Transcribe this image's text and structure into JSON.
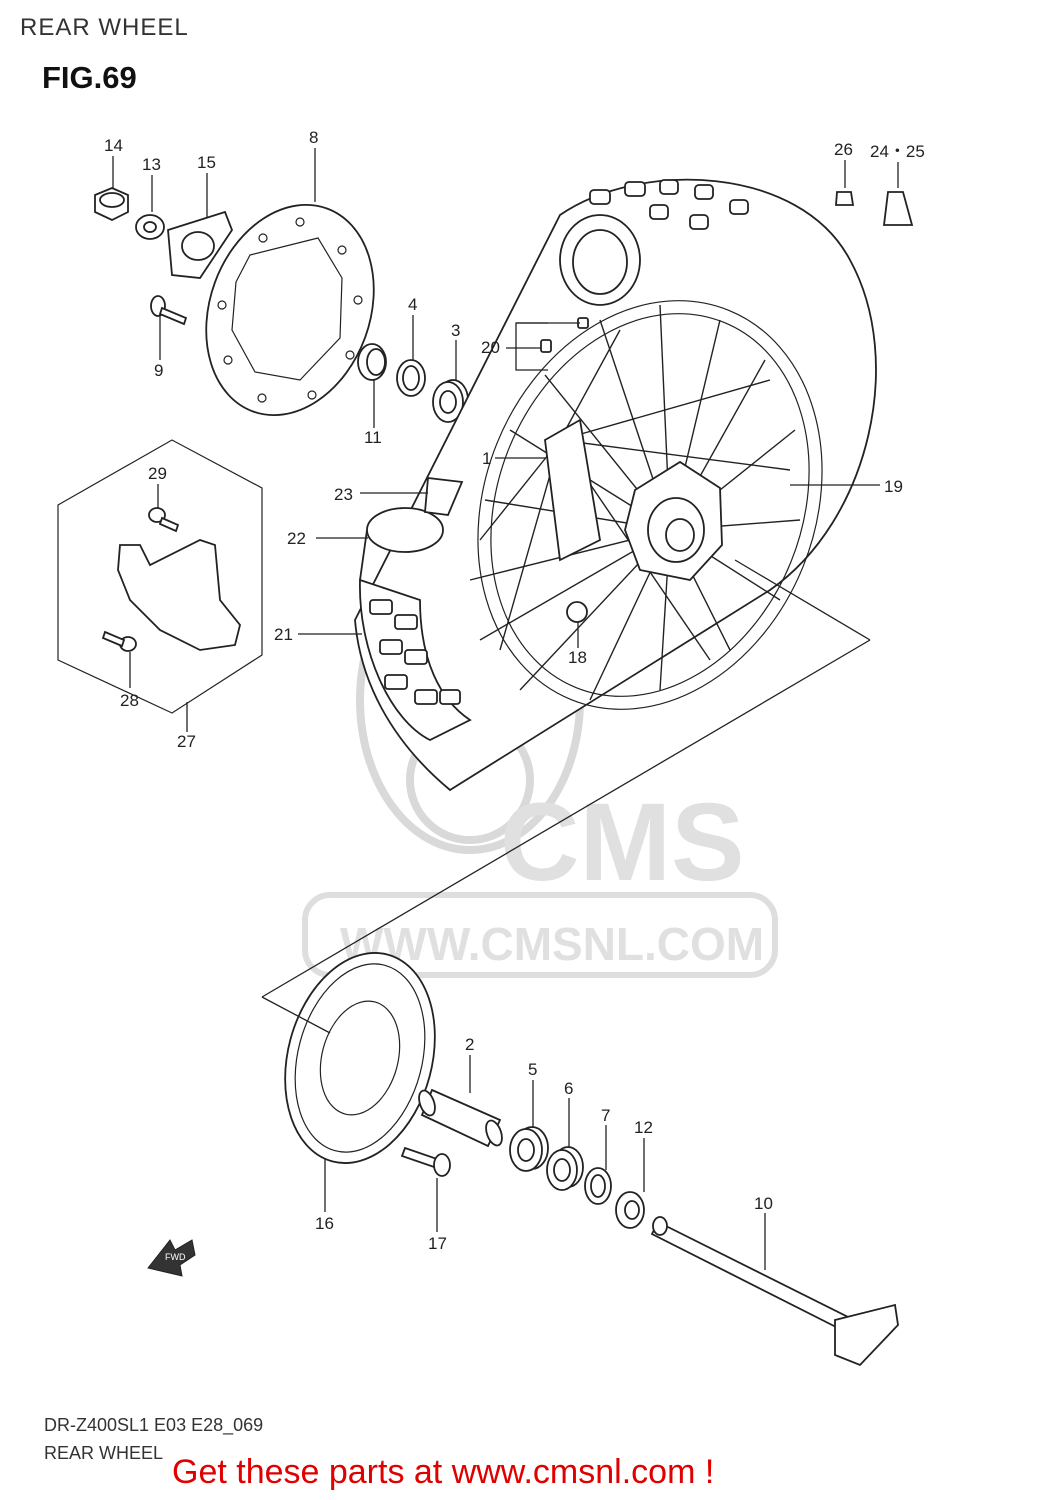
{
  "header": {
    "title": "REAR WHEEL",
    "figure": "FIG.69"
  },
  "watermark": {
    "brand": "CMS",
    "url": "WWW.CMSNL.COM"
  },
  "callouts": [
    {
      "id": "c14",
      "text": "14"
    },
    {
      "id": "c13",
      "text": "13"
    },
    {
      "id": "c15",
      "text": "15"
    },
    {
      "id": "c8",
      "text": "8"
    },
    {
      "id": "c9",
      "text": "9"
    },
    {
      "id": "c4",
      "text": "4"
    },
    {
      "id": "c3",
      "text": "3"
    },
    {
      "id": "c11",
      "text": "11"
    },
    {
      "id": "c20",
      "text": "20"
    },
    {
      "id": "c1",
      "text": "1"
    },
    {
      "id": "c26",
      "text": "26"
    },
    {
      "id": "c2425",
      "text": "24・25"
    },
    {
      "id": "c19",
      "text": "19"
    },
    {
      "id": "c23",
      "text": "23"
    },
    {
      "id": "c22",
      "text": "22"
    },
    {
      "id": "c21",
      "text": "21"
    },
    {
      "id": "c18",
      "text": "18"
    },
    {
      "id": "c29",
      "text": "29"
    },
    {
      "id": "c28",
      "text": "28"
    },
    {
      "id": "c27",
      "text": "27"
    },
    {
      "id": "c2",
      "text": "2"
    },
    {
      "id": "c5",
      "text": "5"
    },
    {
      "id": "c6",
      "text": "6"
    },
    {
      "id": "c7",
      "text": "7"
    },
    {
      "id": "c12",
      "text": "12"
    },
    {
      "id": "c10",
      "text": "10"
    },
    {
      "id": "c16",
      "text": "16"
    },
    {
      "id": "c17",
      "text": "17"
    }
  ],
  "fwd_label": "FWD",
  "footer": {
    "code": "DR-Z400SL1 E03 E28_069",
    "title": "REAR WHEEL",
    "cta": "Get these parts at www.cmsnl.com !"
  }
}
